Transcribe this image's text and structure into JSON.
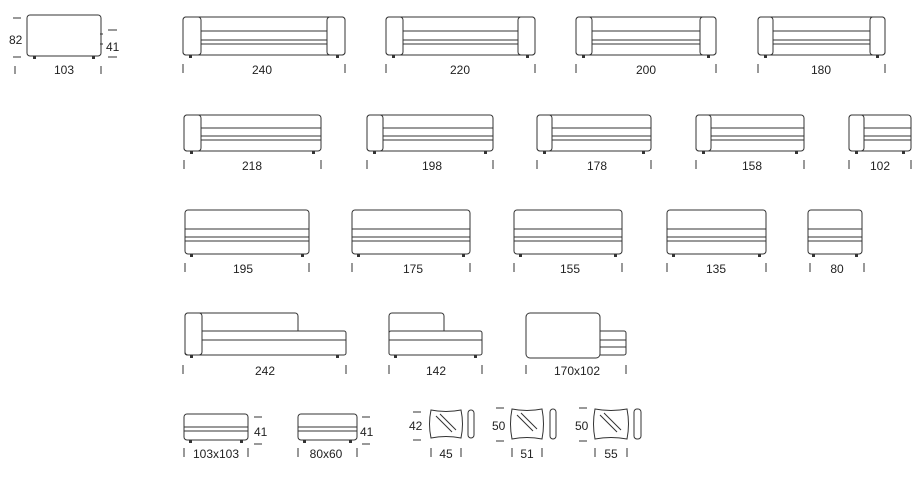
{
  "colors": {
    "line": "#333333",
    "text": "#222222",
    "background": "#ffffff"
  },
  "side_module": {
    "height_label": "82",
    "depth_label": "41",
    "width_label": "103"
  },
  "rows": [
    {
      "kind": "sofa",
      "labels": [
        "240",
        "220",
        "200",
        "180"
      ]
    },
    {
      "kind": "sofa-one-arm",
      "labels": [
        "218",
        "198",
        "178",
        "158",
        "102"
      ]
    },
    {
      "kind": "sofa-no-arm",
      "labels": [
        "195",
        "175",
        "155",
        "135",
        "80"
      ]
    },
    {
      "kind": "chaise",
      "labels": [
        "242",
        "142",
        "170x102"
      ]
    }
  ],
  "poufs": [
    {
      "width_label": "103x103",
      "height_label": "41"
    },
    {
      "width_label": "80x60",
      "height_label": "41"
    }
  ],
  "cushions": [
    {
      "width_label": "45",
      "height_label": "42"
    },
    {
      "width_label": "51",
      "height_label": "50"
    },
    {
      "width_label": "55",
      "height_label": "50"
    }
  ]
}
